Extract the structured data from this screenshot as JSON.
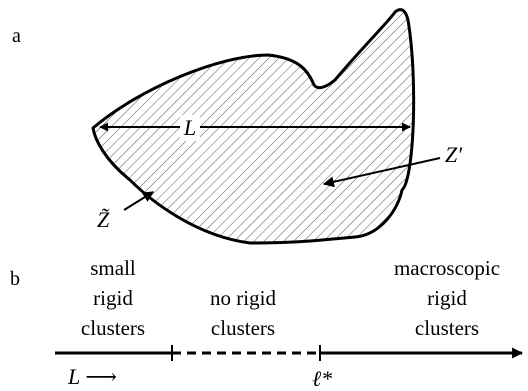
{
  "panel_a": {
    "label": "a",
    "length_symbol": "L",
    "region_inner": "Z′",
    "region_outer": "Z̃"
  },
  "panel_b": {
    "label": "b",
    "regimes": [
      {
        "lines": [
          "small",
          "rigid",
          "clusters"
        ]
      },
      {
        "lines": [
          "no rigid",
          "clusters"
        ]
      },
      {
        "lines": [
          "macroscopic",
          "rigid",
          "clusters"
        ]
      }
    ],
    "axis_label": "L ⟶",
    "critical_label": "ℓ*"
  }
}
